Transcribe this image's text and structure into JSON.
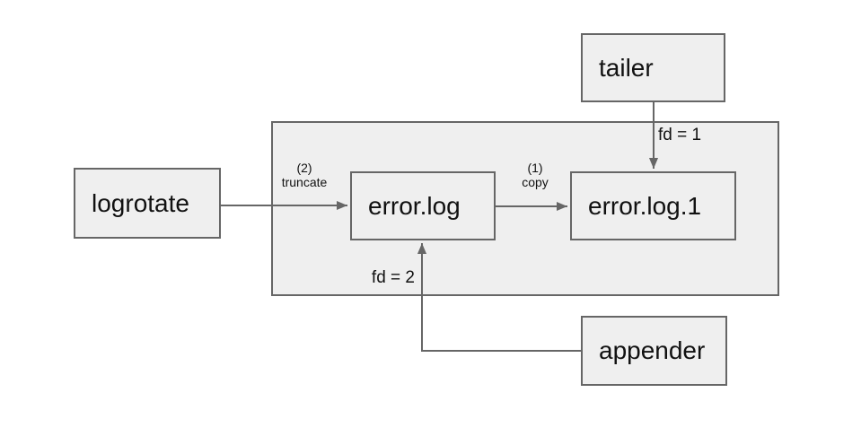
{
  "colors": {
    "background": "#ffffff",
    "box_fill": "#efefef",
    "box_border": "#666666",
    "arrow": "#666666",
    "text": "#111111"
  },
  "nodes": {
    "logrotate": {
      "label": "logrotate"
    },
    "tailer": {
      "label": "tailer"
    },
    "error_log": {
      "label": "error.log"
    },
    "error_log_1": {
      "label": "error.log.1"
    },
    "appender": {
      "label": "appender"
    }
  },
  "edge_labels": {
    "truncate": {
      "step": "(2)",
      "action": "truncate"
    },
    "copy": {
      "step": "(1)",
      "action": "copy"
    },
    "fd1": {
      "label": "fd = 1"
    },
    "fd2": {
      "label": "fd = 2"
    }
  }
}
